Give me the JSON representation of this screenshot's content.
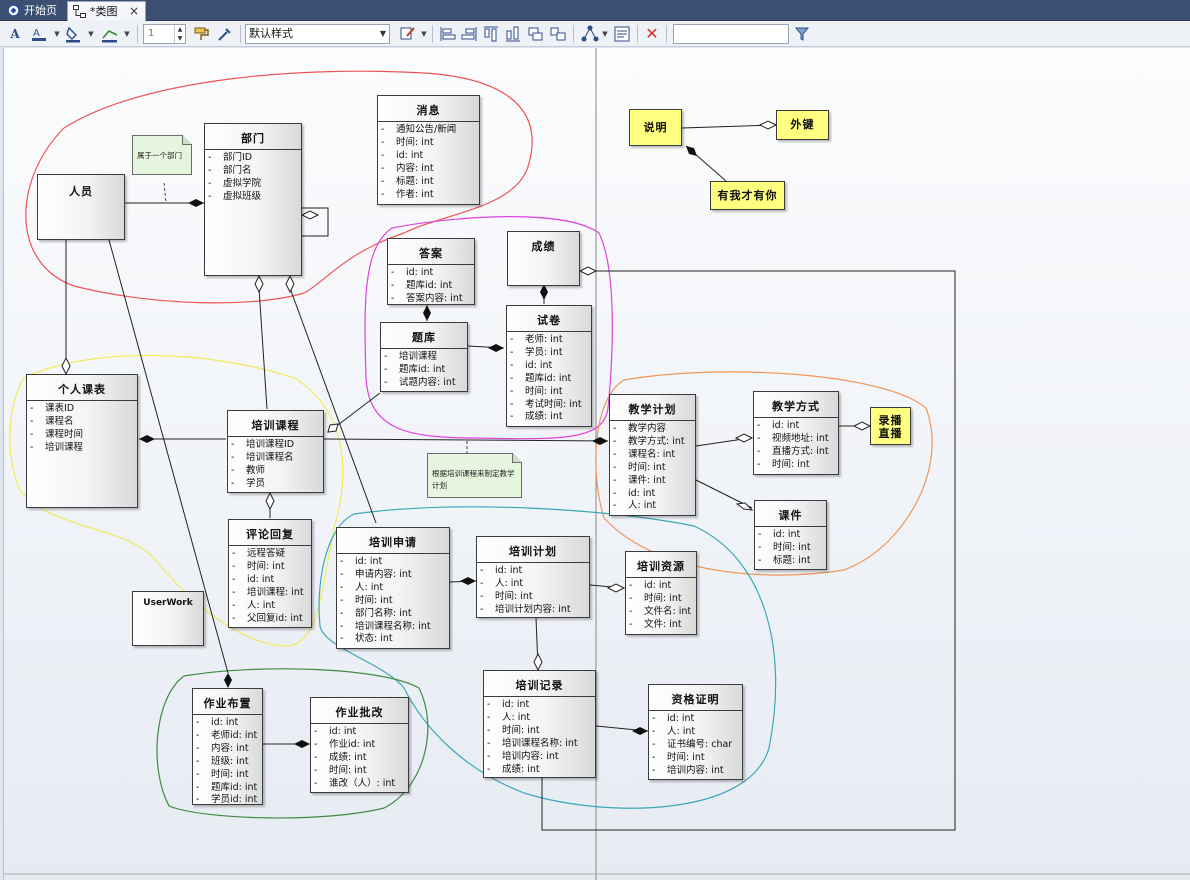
{
  "tabs": [
    {
      "label": "开始页",
      "icon": "start-page-icon"
    },
    {
      "label": "*类图",
      "icon": "class-diagram-icon",
      "close": "×"
    }
  ],
  "toolbar": {
    "zoom_value": "1",
    "style_value": "默认样式",
    "search_value": ""
  },
  "classes": {
    "renyuan": {
      "name": "人员"
    },
    "bumen": {
      "name": "部门",
      "attrs": [
        "部门ID",
        "部门名",
        "虚拟学院",
        "虚拟班级"
      ]
    },
    "xiaoxi": {
      "name": "消息",
      "attrs": [
        "通知公告/新闻",
        "时间: int",
        "id: int",
        "内容: int",
        "标题: int",
        "作者: int"
      ]
    },
    "daan": {
      "name": "答案",
      "attrs": [
        "id: int",
        "题库id: int",
        "答案内容: int"
      ]
    },
    "chengji": {
      "name": "成绩"
    },
    "tiku": {
      "name": "题库",
      "attrs": [
        "培训课程",
        "题库id: int",
        "试题内容: int"
      ]
    },
    "shijuan": {
      "name": "试卷",
      "attrs": [
        "老师: int",
        "学员: int",
        "id: int",
        "题库id: int",
        "时间: int",
        "考试时间: int",
        "成绩: int"
      ]
    },
    "gerenkebiao": {
      "name": "个人课表",
      "attrs": [
        "课表ID",
        "课程名",
        "课程时间",
        "培训课程"
      ]
    },
    "peixunkecheng": {
      "name": "培训课程",
      "attrs": [
        "培训课程ID",
        "培训课程名",
        "教师",
        "学员"
      ]
    },
    "pinglun": {
      "name": "评论回复",
      "attrs": [
        "远程答疑",
        "时间: int",
        "id: int",
        "培训课程: int",
        "人: int",
        "父回复id: int"
      ]
    },
    "peixunshenqing": {
      "name": "培训申请",
      "attrs": [
        "id: int",
        "申请内容: int",
        "人: int",
        "时间: int",
        "部门名称: int",
        "培训课程名称: int",
        "状态: int"
      ]
    },
    "peixunjihua": {
      "name": "培训计划",
      "attrs": [
        "id: int",
        "人: int",
        "时间: int",
        "培训计划内容: int"
      ]
    },
    "peixunziyuan": {
      "name": "培训资源",
      "attrs": [
        "id: int",
        "时间: int",
        "文件名: int",
        "文件: int"
      ]
    },
    "jiaoxuejihua": {
      "name": "教学计划",
      "attrs": [
        "教学内容",
        "教学方式: int",
        "课程名: int",
        "时间: int",
        "课件: int",
        "id: int",
        "人: int"
      ]
    },
    "jiaoxuefangshi": {
      "name": "教学方式",
      "attrs": [
        "id: int",
        "视频地址: int",
        "直播方式: int",
        "时间: int"
      ]
    },
    "kejian": {
      "name": "课件",
      "attrs": [
        "id: int",
        "时间: int",
        "标题: int"
      ]
    },
    "userwork": {
      "name": "UserWork"
    },
    "zuoyebuzhi": {
      "name": "作业布置",
      "attrs": [
        "id: int",
        "老师id: int",
        "内容: int",
        "班级: int",
        "时间: int",
        "题库id: int",
        "学员id: int"
      ]
    },
    "zuoyepigai": {
      "name": "作业批改",
      "attrs": [
        "id: int",
        "作业id: int",
        "成绩: int",
        "时间: int",
        "谁改（人）: int"
      ]
    },
    "peixunjilu": {
      "name": "培训记录",
      "attrs": [
        "id: int",
        "人: int",
        "时间: int",
        "培训课程名称: int",
        "培训内容: int",
        "成绩: int"
      ]
    },
    "zigezhengming": {
      "name": "资格证明",
      "attrs": [
        "id: int",
        "人: int",
        "证书编号: char",
        "时间: int",
        "培训内容: int"
      ]
    }
  },
  "legend": {
    "shuoming": "说明",
    "waijian": "外键",
    "youwo": "有我才有你",
    "luboline1": "录播",
    "luboline2": "直播"
  },
  "notes": {
    "note_bumen": "属于一个部门",
    "note_jihua": "根据培训课程来制定教学计划"
  },
  "colors": {
    "red_group": "#ee5555",
    "magenta_group": "#dd44dd",
    "yellow_group": "#f2ea5c",
    "orange_group": "#f0965a",
    "teal_group": "#3aa8b8",
    "green_group": "#3f8a3f",
    "yellow_class": "#ffff80",
    "note_bg": "#e6f6de"
  }
}
